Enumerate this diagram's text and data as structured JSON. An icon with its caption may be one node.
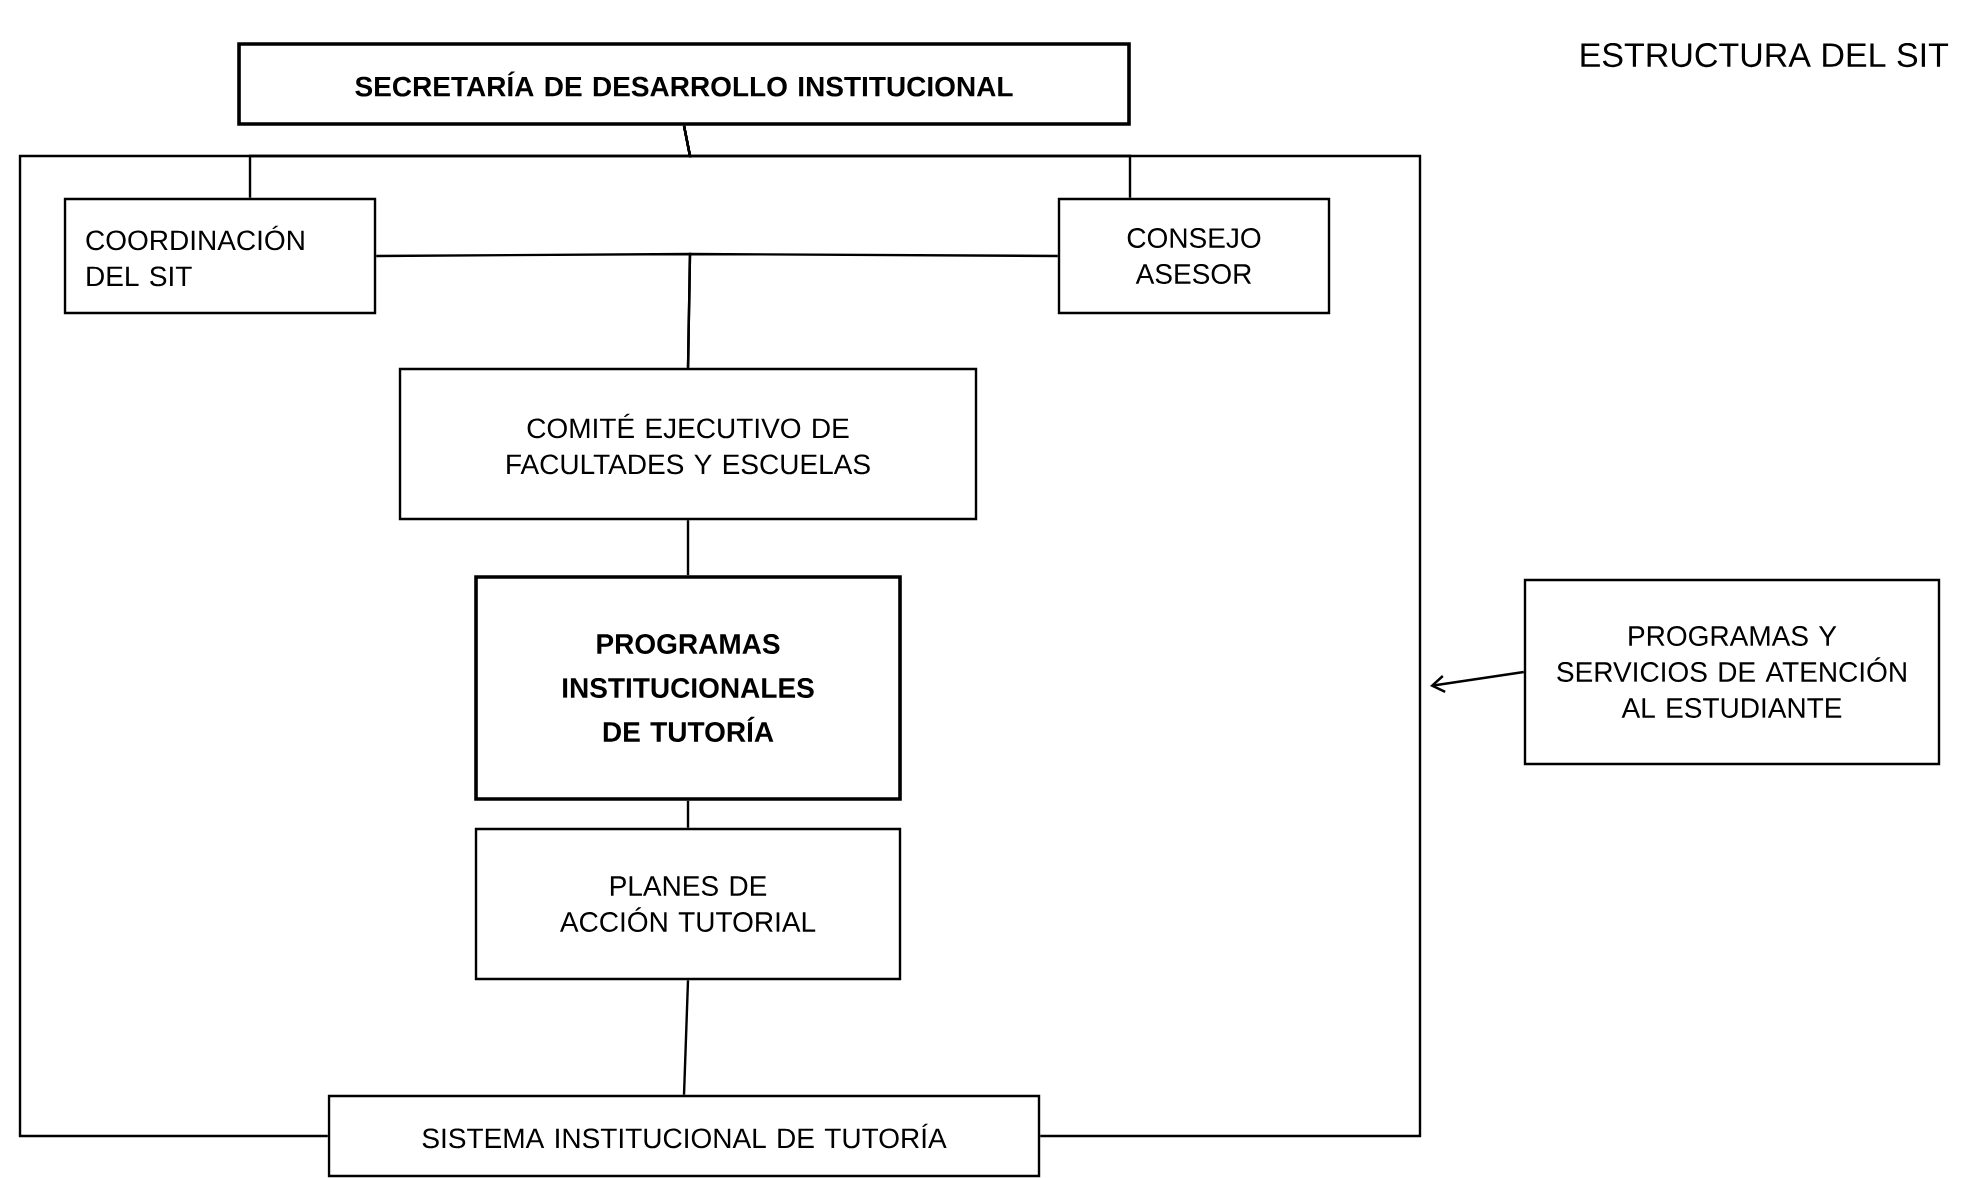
{
  "diagram": {
    "title": "ESTRUCTURA DEL SIT",
    "nodes": [
      {
        "text": [
          "SECRETARÍA DE DESARROLLO INSTITUCIONAL"
        ]
      },
      {
        "text": [
          "COORDINACIÓN DEL SIT"
        ]
      },
      {
        "text": [
          "CONSEJO ASESOR"
        ]
      },
      {
        "text": [
          "COMITÉ EJECUTIVO DE FACULTADES Y ESCUELAS"
        ]
      },
      {
        "text": [
          "PROGRAMAS INSTITUCIONALES DE TUTORÍA"
        ]
      },
      {
        "text": [
          "PLANES DE ACCIÓN TUTORIAL"
        ]
      },
      {
        "text": [
          "SISTEMA INSTITUCIONAL DE TUTORÍA"
        ]
      },
      {
        "text": [
          "PROGRAMAS Y SERVICIOS DE ATENCIÓN AL ESTUDIANTE"
        ]
      }
    ],
    "edges": [
      {
        "from": 0,
        "to": 1,
        "arrow": "none"
      },
      {
        "from": 0,
        "to": 2,
        "arrow": "none"
      },
      {
        "from": 0,
        "to": 6,
        "arrow": "none"
      },
      {
        "from": 0,
        "to": 6,
        "arrow": "none"
      },
      {
        "from": 1,
        "to": 3,
        "arrow": "none"
      },
      {
        "from": 2,
        "to": 3,
        "arrow": "none"
      },
      {
        "from": 3,
        "to": 4,
        "arrow": "none"
      },
      {
        "from": 4,
        "to": 5,
        "arrow": "none"
      },
      {
        "from": 5,
        "to": 6,
        "arrow": "none"
      },
      {
        "from": 7,
        "to": null,
        "arrow": "to"
      }
    ]
  }
}
